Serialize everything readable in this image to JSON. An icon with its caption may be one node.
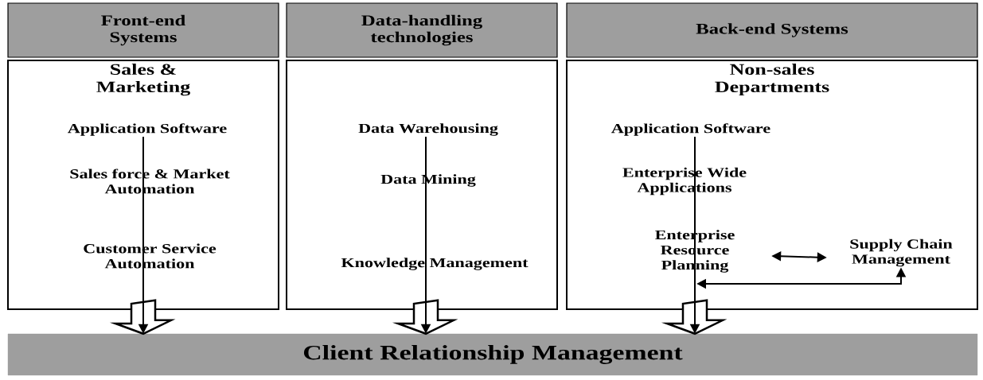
{
  "diagram": {
    "nodes": [
      {
        "text": [
          "Front-end Systems"
        ]
      },
      {
        "text": [
          "Data-handling technologies"
        ]
      },
      {
        "text": [
          "Back-end Systems"
        ]
      },
      {
        "text": [
          "Sales & Marketing"
        ]
      },
      {
        "text": [
          "Application Software"
        ],
        "in": 3
      },
      {
        "text": [
          "Sales force & Market Automation"
        ],
        "in": 3
      },
      {
        "text": [
          "Customer Service Automation"
        ],
        "in": 3
      },
      {
        "text": [],
        "shape": "box"
      },
      {
        "text": [
          "Data Warehousing"
        ],
        "in": 7
      },
      {
        "text": [
          "Data Mining"
        ],
        "in": 7
      },
      {
        "text": [
          "Knowledge Management"
        ],
        "in": 7
      },
      {
        "text": [
          "Non-sales Departments"
        ]
      },
      {
        "text": [
          "Application Software"
        ],
        "in": 11
      },
      {
        "text": [
          "Enterprise Wide Applications"
        ],
        "in": 11
      },
      {
        "text": [
          "Enterprise Resource Planning"
        ],
        "in": 11
      },
      {
        "text": [
          "Supply Chain Management"
        ],
        "in": 11
      },
      {
        "text": [
          "Client Relationship Management"
        ]
      }
    ],
    "edges": [
      {
        "from": 3,
        "to": 16,
        "arrow": "to",
        "style": "thick"
      },
      {
        "from": 7,
        "to": 16,
        "arrow": "to",
        "style": "thick"
      },
      {
        "from": 11,
        "to": 16,
        "arrow": "to",
        "style": "thick"
      },
      {
        "from": 4,
        "to": 16,
        "arrow": "to"
      },
      {
        "from": 8,
        "to": 16,
        "arrow": "to"
      },
      {
        "from": 12,
        "to": 16,
        "arrow": "to"
      },
      {
        "from": 14,
        "to": 15,
        "arrow": "both"
      },
      {
        "from": 14,
        "to": 15,
        "arrow": "both"
      }
    ]
  }
}
